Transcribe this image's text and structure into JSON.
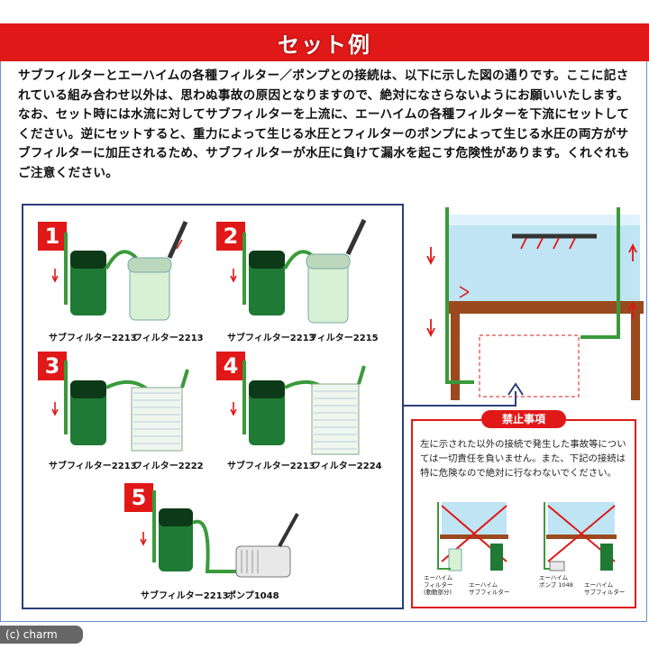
{
  "banner": {
    "title": "セット例"
  },
  "intro": {
    "text": "サブフィルターとエーハイムの各種フィルター／ポンプとの接続は、以下に示した図の通りです。ここに記されている組み合わせ以外は、思わぬ事故の原因となりますので、絶対になさらないようにお願いいたします。なお、セット時には水流に対してサブフィルターを上流に、エーハイムの各種フィルターを下流にセットしてください。逆にセットすると、重力によって生じる水圧とフィルターのポンプによって生じる水圧の両方がサブフィルターに加圧されるため、サブフィルターが水圧に負けて漏水を起こす危険性があります。くれぐれもご注意ください。"
  },
  "steps": [
    {
      "num": "1",
      "left_caption": "サブフィルター2213",
      "right_caption": "フィルター2213"
    },
    {
      "num": "2",
      "left_caption": "サブフィルター2213",
      "right_caption": "フィルター2215"
    },
    {
      "num": "3",
      "left_caption": "サブフィルター2213",
      "right_caption": "フィルター2222"
    },
    {
      "num": "4",
      "left_caption": "サブフィルター2213",
      "right_caption": "フィルター2224"
    },
    {
      "num": "5",
      "left_caption": "サブフィルター2213",
      "right_caption": "ポンプ1048"
    }
  ],
  "warning": {
    "title": "禁止事項",
    "text": "左に示された以外の接続で発生した事故等については一切責任を負いません。また、下記の接続は特に危険なので絶対に行なわないでください。",
    "left_labels": [
      "エーハイム",
      "フィルター",
      "(動動部分)",
      "エーハイム",
      "サブフィルター"
    ],
    "right_labels": [
      "エーハイム",
      "ポンプ 1048",
      "エーハイム",
      "サブフィルター"
    ]
  },
  "copyright": "(c) charm",
  "colors": {
    "accent_red": "#e01818",
    "filter_green": "#1e7a34",
    "water_blue": "#bfe4f4",
    "stand_brown": "#9a4a1e"
  }
}
